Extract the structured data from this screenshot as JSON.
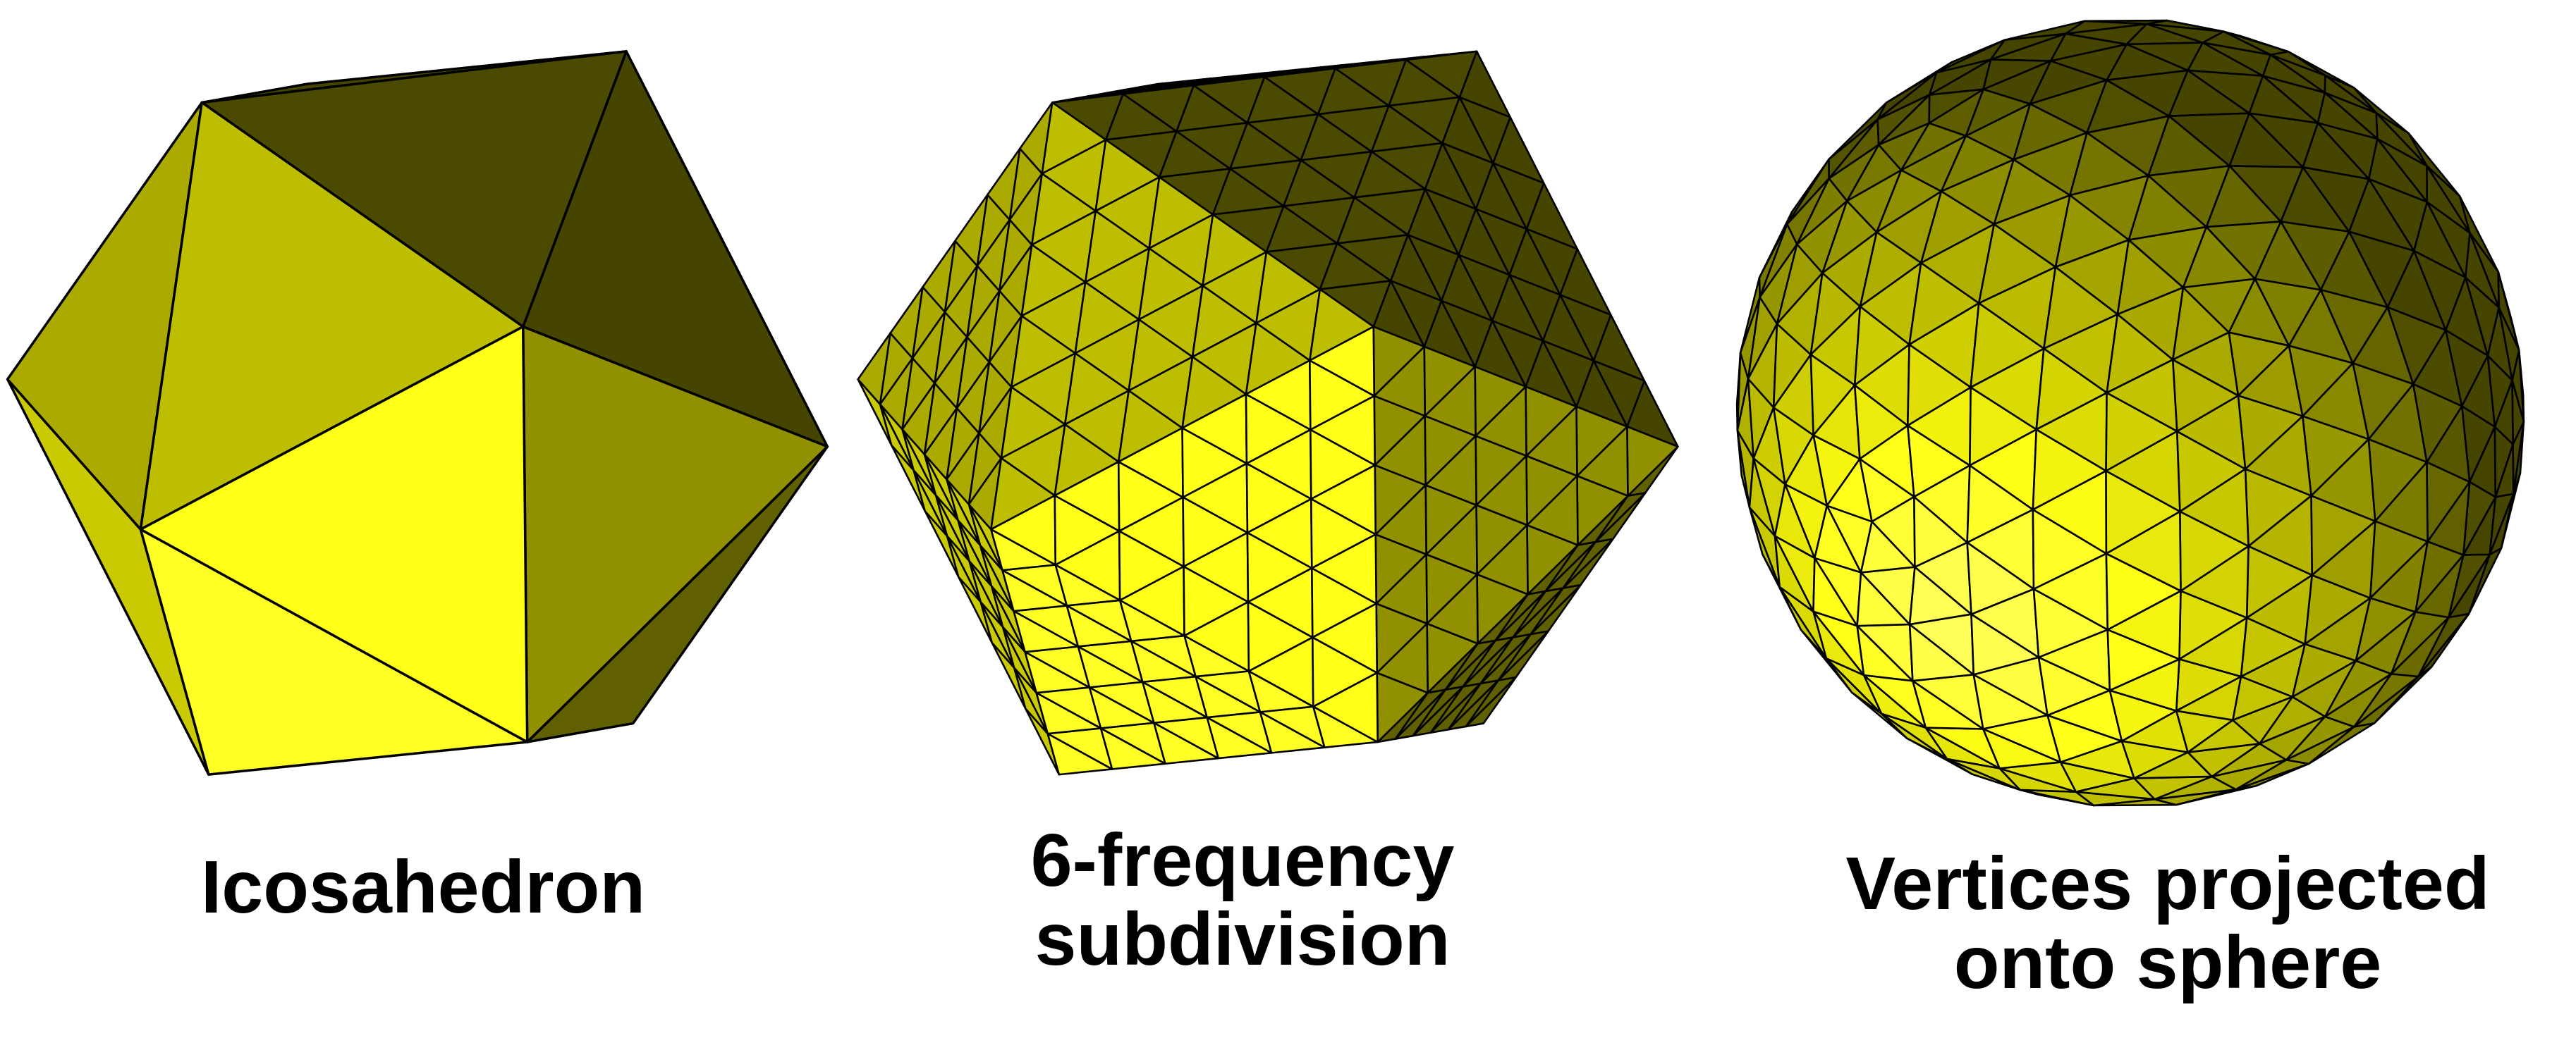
{
  "figures": [
    {
      "caption_lines": [
        "Icosahedron"
      ],
      "subdivision": 1,
      "projected": false
    },
    {
      "caption_lines": [
        "6-frequency",
        "subdivision"
      ],
      "subdivision": 6,
      "projected": false
    },
    {
      "caption_lines": [
        "Vertices projected",
        "onto sphere"
      ],
      "subdivision": 6,
      "projected": true
    }
  ],
  "colors": {
    "face_base": "#f5f500",
    "edge": "#000000",
    "background": "#ffffff"
  }
}
